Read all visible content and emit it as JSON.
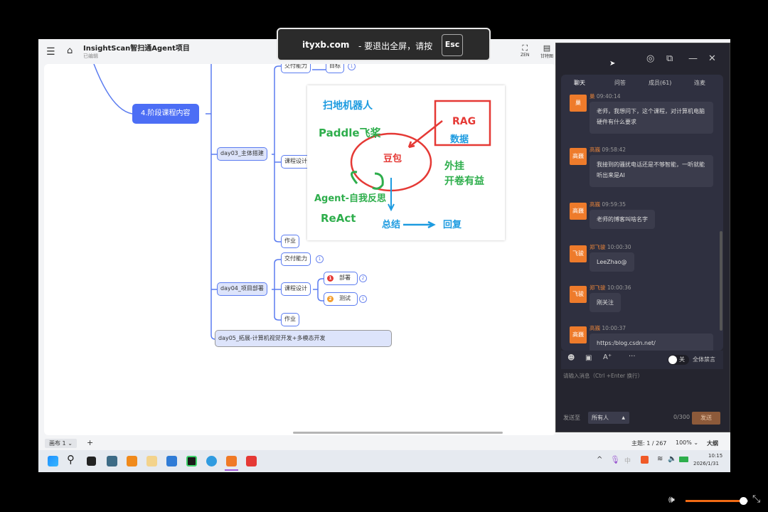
{
  "app": {
    "title": "InsightScan智扫通Agent项目",
    "status": "已编辑",
    "tools": [
      {
        "icon": "zen-icon",
        "label": "ZEN"
      },
      {
        "icon": "gantt-icon",
        "label": "甘特图"
      }
    ]
  },
  "fullscreen_banner": {
    "domain": "ityxb.com",
    "message": "- 要退出全屏，请按",
    "key": "Esc"
  },
  "mindmap": {
    "root": "4.阶段课程内容",
    "day03": {
      "label": "day03_主体搭建",
      "children": [
        "交付能力",
        "课程设计",
        "作业"
      ],
      "goal": "目标",
      "goal_badge": "1"
    },
    "day04": {
      "label": "day04_项目部署",
      "delivery": "交付能力",
      "delivery_badge": "1",
      "design": "课程设计",
      "homework": "作业",
      "tasks": [
        {
          "priority": "1",
          "label": "部署",
          "badge": "2",
          "color": "#e53935"
        },
        {
          "priority": "2",
          "label": "测试",
          "badge": "1",
          "color": "#f39c2b"
        }
      ]
    },
    "day05": {
      "label": "day05_拓展-计算机视觉开发+多模态开发"
    }
  },
  "whiteboard_image": {
    "robot": "扫地机器人",
    "paddle": "Paddle飞桨",
    "rag": "RAG",
    "data": "数据",
    "doubao": "豆包",
    "plugin": "外挂",
    "open_book": "开卷有益",
    "agent": "Agent-自我反思",
    "react": "ReAct",
    "summary": "总结",
    "reply": "回复"
  },
  "bottom_bar": {
    "canvas_tab": "画布 1",
    "add": "+",
    "topic_count": "主题: 1 / 267",
    "zoom": "100%",
    "outline": "大纲"
  },
  "taskbar": {
    "time": "10:15",
    "date": "2026/1/31",
    "ime": "中"
  },
  "chat": {
    "tabs": [
      "聊天",
      "问答",
      "成员(61)",
      "连麦"
    ],
    "messages": [
      {
        "avatar": "巢",
        "name": "巢",
        "time": "09:40:14",
        "text": "老师，我想问下，这个课程，对计算机电脑硬件有什么要求"
      },
      {
        "avatar": "高巍",
        "name": "高巍",
        "time": "09:58:42",
        "text": "我接到的骚扰电话还是不够智能，一听就能听出来是AI"
      },
      {
        "avatar": "高巍",
        "name": "高巍",
        "time": "09:59:35",
        "text": "老师的博客叫啥名字"
      },
      {
        "avatar": "飞骏",
        "name": "郑飞骏",
        "time": "10:00:30",
        "text": "LeeZhao@"
      },
      {
        "avatar": "飞骏",
        "name": "郑飞骏",
        "time": "10:00:36",
        "text": "刚关注"
      },
      {
        "avatar": "高巍",
        "name": "高巍",
        "time": "10:00:37",
        "text": "https:/blog.csdn.net/"
      }
    ],
    "mute_toggle": "关",
    "mute_all": "全体禁言",
    "input_placeholder": "请输入消息（Ctrl +Enter 换行）",
    "send_to_label": "发送至",
    "send_to_value": "所有人",
    "char_count": "0/300",
    "send_button": "发送"
  },
  "player": {
    "volume": 0.92
  }
}
